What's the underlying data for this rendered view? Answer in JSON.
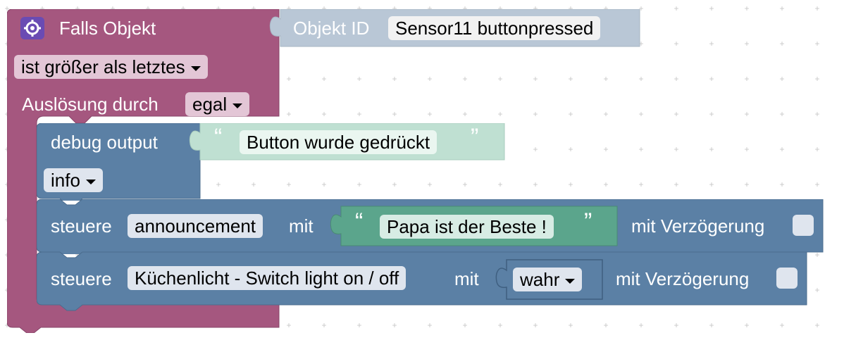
{
  "trigger": {
    "title": "Falls Objekt",
    "condition": "ist größer als letztes",
    "trigger_by_label": "Auslösung durch",
    "trigger_by_value": "egal"
  },
  "object_id": {
    "label": "Objekt ID",
    "value": "Sensor11 buttonpressed"
  },
  "debug": {
    "label": "debug output",
    "text": "Button wurde gedrückt",
    "level": "info"
  },
  "control1": {
    "label": "steuere",
    "target": "announcement",
    "with_label": "mit",
    "value": "Papa ist der Beste !",
    "delay_label": "mit Verzögerung"
  },
  "control2": {
    "label": "steuere",
    "target": "Küchenlicht - Switch light on / off",
    "with_label": "mit",
    "value": "wahr",
    "delay_label": "mit Verzögerung"
  },
  "quote_open": "“",
  "quote_close": "”",
  "colors": {
    "trigger": "#a5577f",
    "object_id": "#b9c7d6",
    "control": "#5b80a5",
    "text": "#bfe0d2",
    "text_dark": "#5ba58c"
  }
}
